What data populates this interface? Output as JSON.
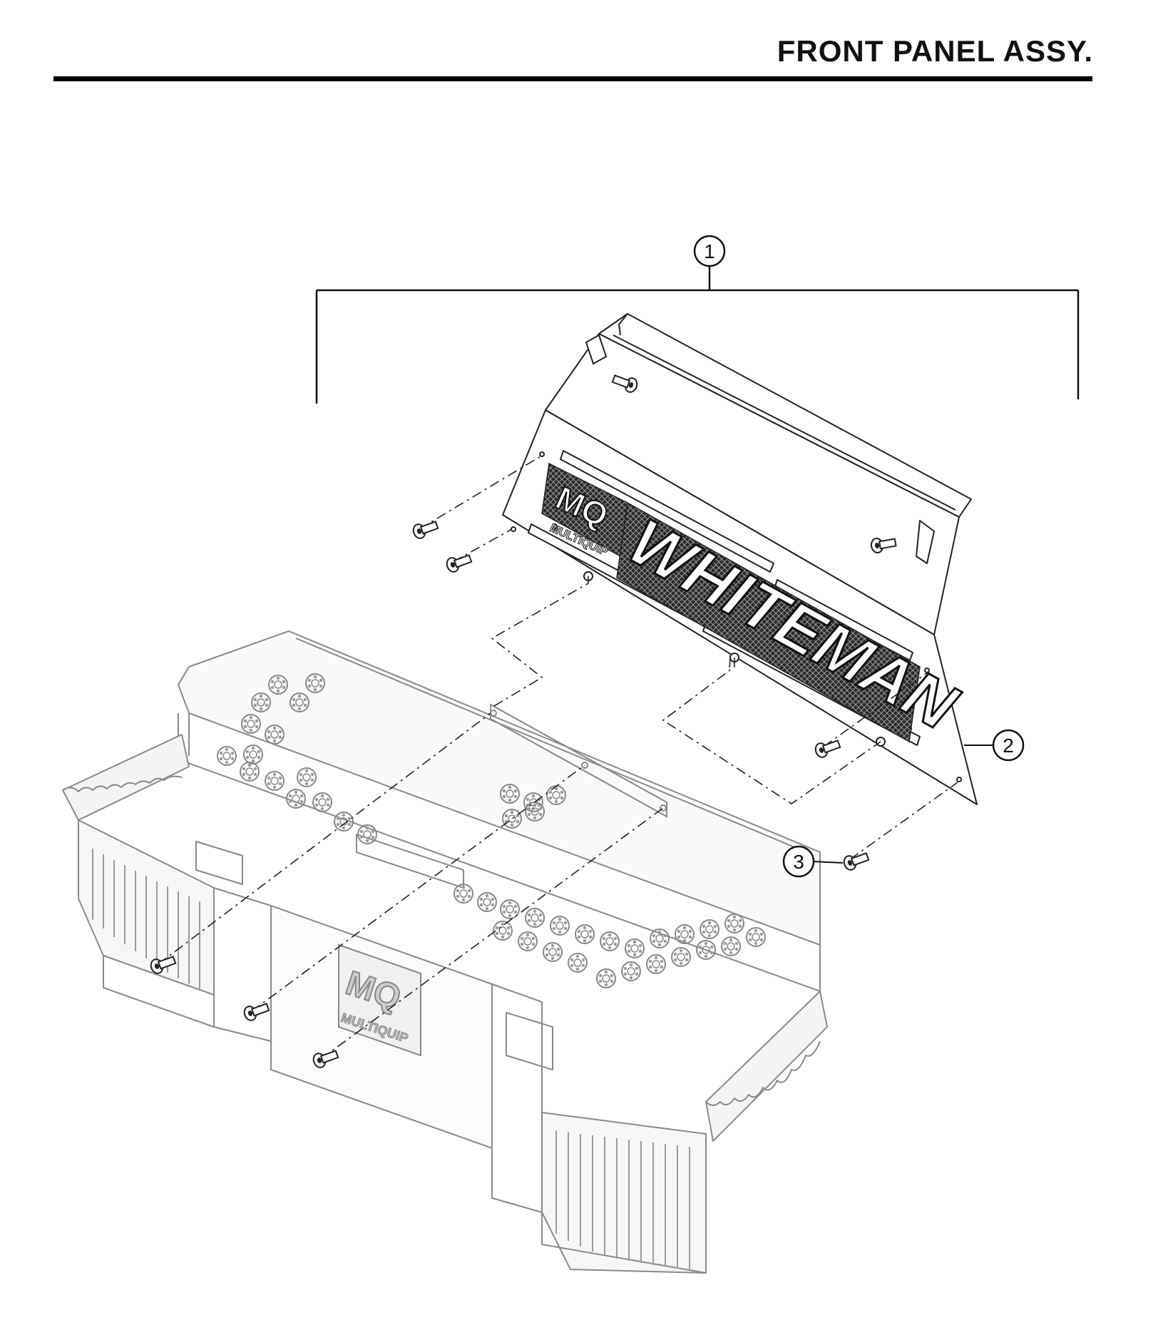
{
  "header": {
    "title": "FRONT PANEL ASSY."
  },
  "callouts": [
    {
      "number": "1",
      "part": "front-panel-assembly"
    },
    {
      "number": "2",
      "part": "front-panel"
    },
    {
      "number": "3",
      "part": "screw"
    }
  ],
  "logos": {
    "panel_brand_lettering": "MQ MULTIQUIP WHITEMAN",
    "machine_badge_lettering": "MQ MULTIQUIP"
  }
}
